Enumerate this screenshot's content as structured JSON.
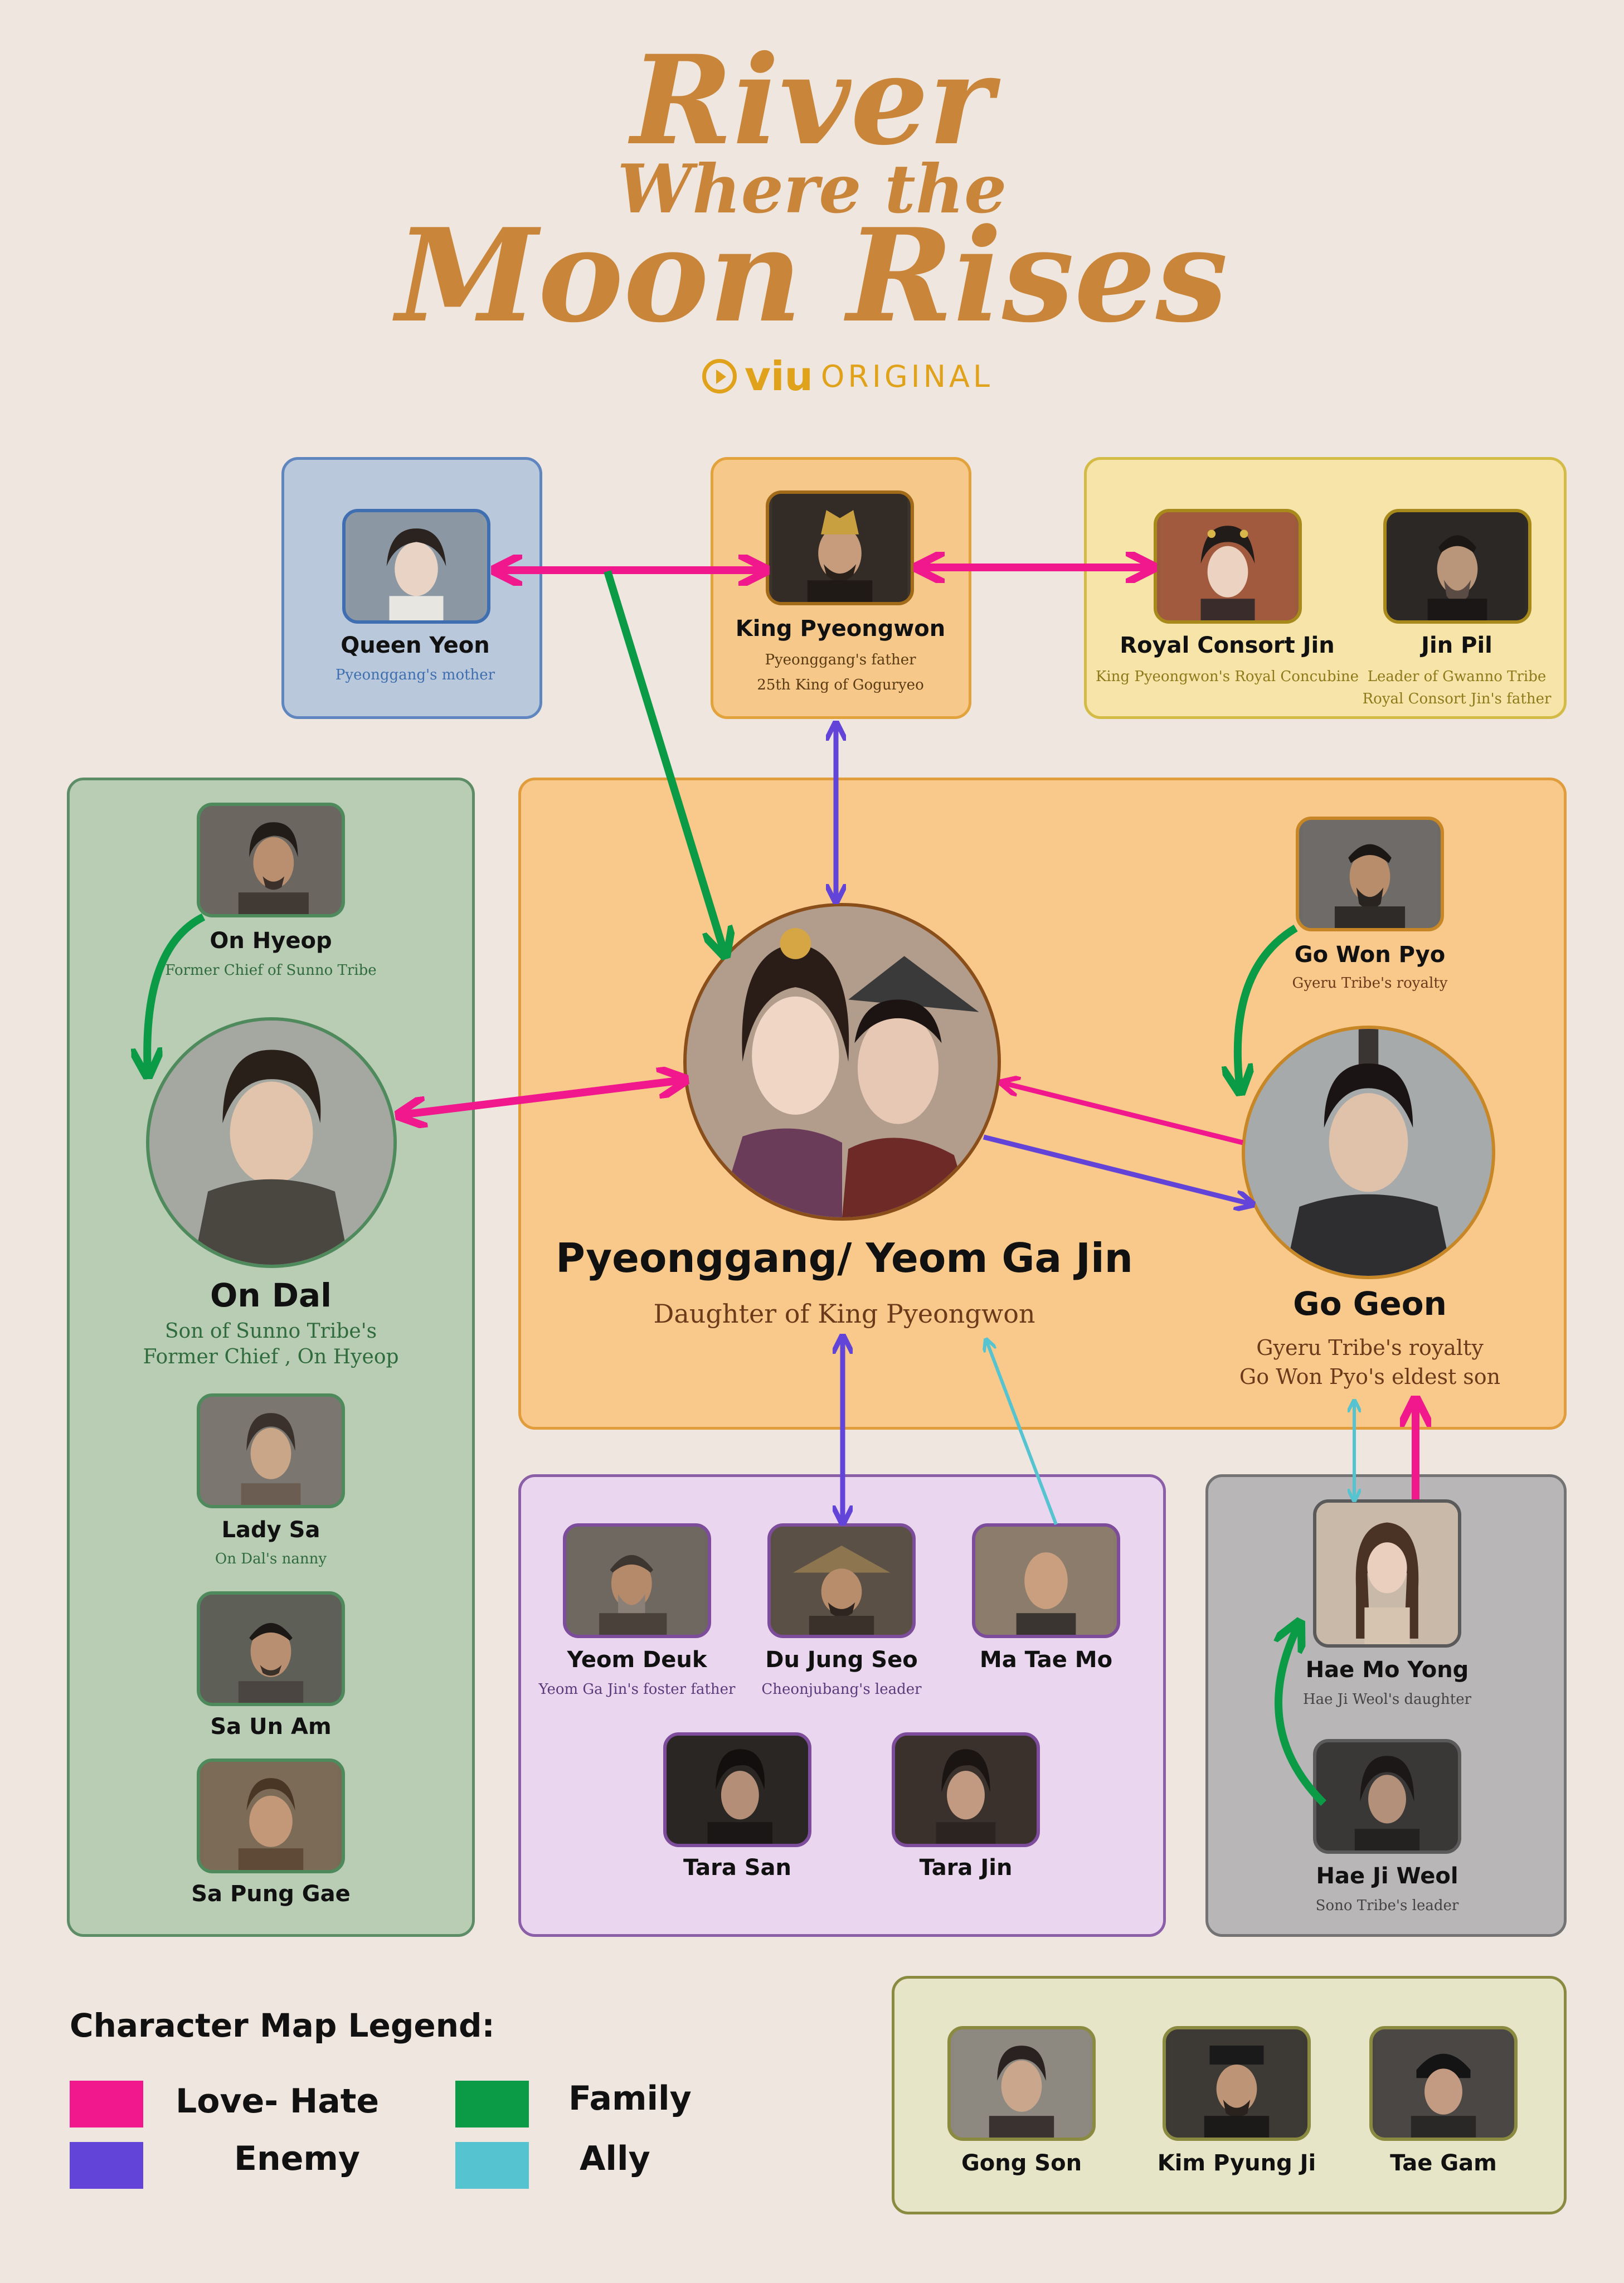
{
  "title": {
    "line1": "River",
    "line2": "Where the",
    "line3": "Moon Rises"
  },
  "brand": {
    "logo": "viu",
    "label": "ORIGINAL",
    "icon": "play-circle-icon"
  },
  "colors": {
    "love_hate": "#f0188c",
    "enemy": "#6244d8",
    "family": "#0b9a45",
    "ally": "#55c4d0"
  },
  "groups": {
    "queen": {
      "queen_yeon": {
        "name": "Queen Yeon",
        "desc": "Pyeonggang's mother"
      }
    },
    "king": {
      "king_pyeongwon": {
        "name": "King Pyeongwon",
        "desc1": "Pyeonggang's father",
        "desc2": "25th King of Goguryeo"
      }
    },
    "consort": {
      "royal_consort_jin": {
        "name": "Royal Consort Jin",
        "desc": "King Pyeongwon's Royal Concubine"
      },
      "jin_pil": {
        "name": "Jin Pil",
        "desc1": "Leader of Gwanno Tribe",
        "desc2": "Royal Consort Jin's father"
      }
    },
    "sunno": {
      "on_hyeop": {
        "name": "On Hyeop",
        "desc": "Former Chief of Sunno Tribe"
      },
      "on_dal": {
        "name": "On Dal",
        "desc1": "Son of Sunno Tribe's",
        "desc2": "Former Chief , On Hyeop"
      },
      "lady_sa": {
        "name": "Lady Sa",
        "desc": "On Dal's nanny"
      },
      "sa_un_am": {
        "name": "Sa Un Am"
      },
      "sa_pung_gae": {
        "name": "Sa Pung Gae"
      }
    },
    "center": {
      "pyeonggang": {
        "name": "Pyeonggang/ Yeom Ga Jin",
        "desc": "Daughter of King Pyeongwon"
      },
      "go_won_pyo": {
        "name": "Go Won Pyo",
        "desc": "Gyeru Tribe's royalty"
      },
      "go_geon": {
        "name": "Go Geon",
        "desc1": "Gyeru Tribe's royalty",
        "desc2": "Go Won Pyo's eldest son"
      }
    },
    "cheonjubang": {
      "yeom_deuk": {
        "name": "Yeom Deuk",
        "desc": "Yeom Ga Jin's foster father"
      },
      "du_jung_seo": {
        "name": "Du Jung Seo",
        "desc": "Cheonjubang's leader"
      },
      "ma_tae_mo": {
        "name": "Ma Tae Mo"
      },
      "tara_san": {
        "name": "Tara San"
      },
      "tara_jin": {
        "name": "Tara Jin"
      }
    },
    "sono": {
      "hae_mo_yong": {
        "name": "Hae Mo Yong",
        "desc": "Hae Ji Weol's daughter"
      },
      "hae_ji_weol": {
        "name": "Hae Ji Weol",
        "desc": "Sono Tribe's leader"
      }
    },
    "others": {
      "gong_son": {
        "name": "Gong Son"
      },
      "kim_pyung_ji": {
        "name": "Kim Pyung Ji"
      },
      "tae_gam": {
        "name": "Tae Gam"
      }
    }
  },
  "legend": {
    "title": "Character Map Legend:",
    "items": [
      {
        "label": "Love- Hate",
        "color": "#f0188c"
      },
      {
        "label": "Enemy",
        "color": "#6244d8"
      },
      {
        "label": "Family",
        "color": "#0b9a45"
      },
      {
        "label": "Ally",
        "color": "#55c4d0"
      }
    ]
  }
}
